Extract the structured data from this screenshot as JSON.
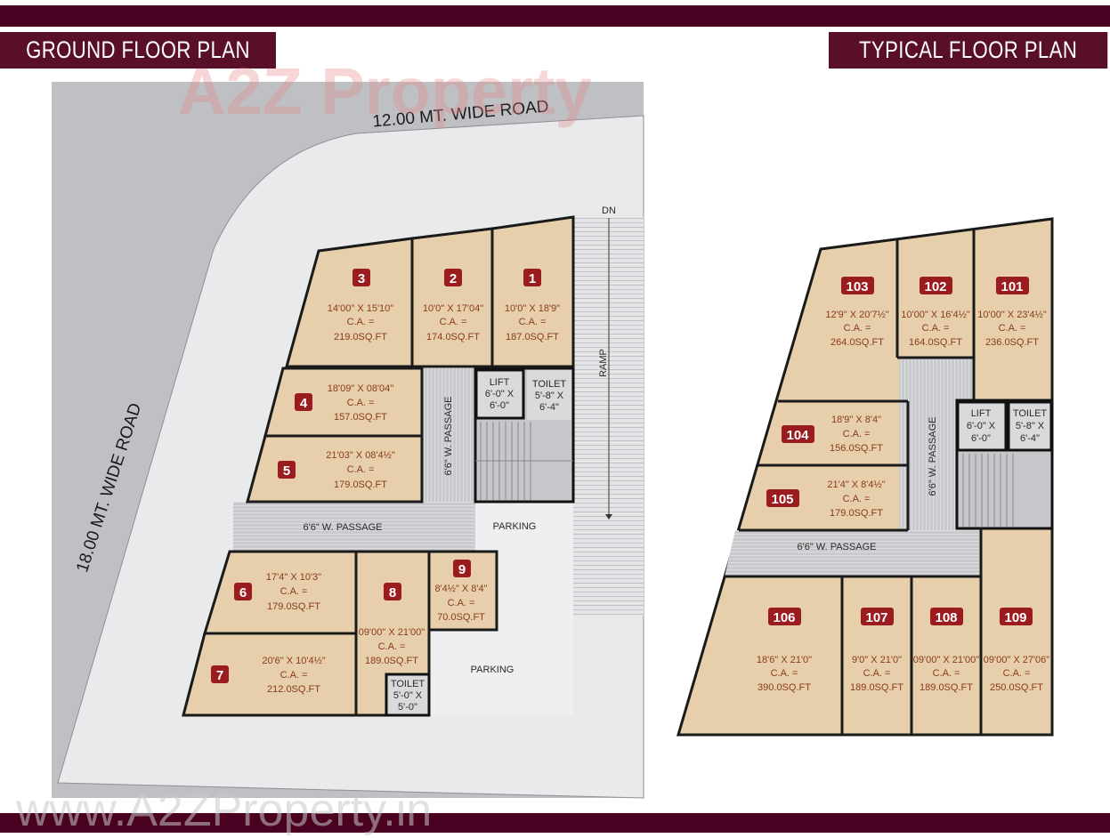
{
  "headers": {
    "ground_title": "GROUND FLOOR PLAN",
    "typical_title": "TYPICAL FLOOR PLAN"
  },
  "colors": {
    "brand_band": "#4a0020",
    "title_bg": "#5a0f28",
    "unit_fill": "#e6cfaa",
    "badge_bg": "#9b1c1f",
    "road_grey": "#bfc0c3",
    "plot_light": "#e9eaec",
    "label_text": "#8a3a20"
  },
  "watermark": {
    "logo_text": "A2Z Property",
    "url_text": "www.A2ZProperty.in"
  },
  "ground_floor": {
    "roads": {
      "top": "12.00 MT. WIDE ROAD",
      "left": "18.00 MT. WIDE ROAD"
    },
    "ramp": {
      "label": "RAMP",
      "direction": "DN"
    },
    "passages": {
      "horizontal": "6'6\" W. PASSAGE",
      "vertical": "6'6\" W. PASSAGE"
    },
    "parking": [
      "PARKING",
      "PARKING"
    ],
    "lift": {
      "label": "LIFT",
      "size1": "6'-0\" X",
      "size2": "6'-0\""
    },
    "toilet": {
      "label": "TOILET",
      "size1": "5'-8\" X",
      "size2": "6'-4\""
    },
    "toilet_small": {
      "label": "TOILET",
      "size1": "5'-0\" X",
      "size2": "5'-0\""
    },
    "units": [
      {
        "no": "1",
        "dims": "10'0\" X 18'9\"",
        "ca": "C.A. =",
        "area": "187.0SQ.FT"
      },
      {
        "no": "2",
        "dims": "10'0\" X 17'04\"",
        "ca": "C.A. =",
        "area": "174.0SQ.FT"
      },
      {
        "no": "3",
        "dims": "14'00\" X 15'10\"",
        "ca": "C.A. =",
        "area": "219.0SQ.FT"
      },
      {
        "no": "4",
        "dims": "18'09\" X 08'04\"",
        "ca": "C.A. =",
        "area": "157.0SQ.FT"
      },
      {
        "no": "5",
        "dims": "21'03\" X 08'4½\"",
        "ca": "C.A. =",
        "area": "179.0SQ.FT"
      },
      {
        "no": "6",
        "dims": "17'4\" X 10'3\"",
        "ca": "C.A. =",
        "area": "179.0SQ.FT"
      },
      {
        "no": "7",
        "dims": "20'6\" X 10'4½\"",
        "ca": "C.A. =",
        "area": "212.0SQ.FT"
      },
      {
        "no": "8",
        "dims": "09'00\" X 21'00\"",
        "ca": "C.A. =",
        "area": "189.0SQ.FT"
      },
      {
        "no": "9",
        "dims": "8'4½\" X 8'4\"",
        "ca": "C.A. =",
        "area": "70.0SQ.FT"
      }
    ]
  },
  "typical_floor": {
    "passages": {
      "horizontal": "6'6\" W. PASSAGE",
      "vertical": "6'6\" W. PASSAGE"
    },
    "lift": {
      "label": "LIFT",
      "size1": "6'-0\" X",
      "size2": "6'-0\""
    },
    "toilet": {
      "label": "TOILET",
      "size1": "5'-8\" X",
      "size2": "6'-4\""
    },
    "units": [
      {
        "no": "101",
        "dims": "10'00\" X 23'4½\"",
        "ca": "C.A. =",
        "area": "236.0SQ.FT"
      },
      {
        "no": "102",
        "dims": "10'00\" X 16'4½\"",
        "ca": "C.A. =",
        "area": "164.0SQ.FT"
      },
      {
        "no": "103",
        "dims": "12'9\" X 20'7½\"",
        "ca": "C.A. =",
        "area": "264.0SQ.FT"
      },
      {
        "no": "104",
        "dims": "18'9\" X 8'4\"",
        "ca": "C.A. =",
        "area": "156.0SQ.FT"
      },
      {
        "no": "105",
        "dims": "21'4\" X 8'4½\"",
        "ca": "C.A. =",
        "area": "179.0SQ.FT"
      },
      {
        "no": "106",
        "dims": "18'6\" X 21'0\"",
        "ca": "C.A. =",
        "area": "390.0SQ.FT"
      },
      {
        "no": "107",
        "dims": "9'0\" X 21'0\"",
        "ca": "C.A. =",
        "area": "189.0SQ.FT"
      },
      {
        "no": "108",
        "dims": "09'00\" X 21'00\"",
        "ca": "C.A. =",
        "area": "189.0SQ.FT"
      },
      {
        "no": "109",
        "dims": "09'00\" X 27'06\"",
        "ca": "C.A. =",
        "area": "250.0SQ.FT"
      }
    ]
  }
}
